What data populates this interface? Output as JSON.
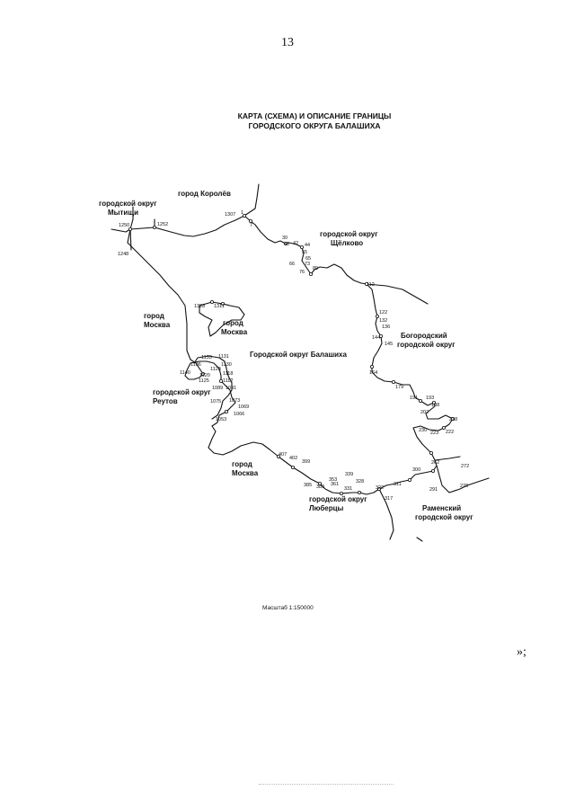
{
  "page_number": "13",
  "title_lines": [
    "КАРТА (СХЕМА) И ОПИСАНИЕ ГРАНИЦЫ",
    "ГОРОДСКОГО ОКРУГА БАЛАШИХА"
  ],
  "map": {
    "labels": {
      "korolev": "город Королёв",
      "mytishchi_1": "городской округ",
      "mytishchi_2": "Мытищи",
      "shchelkovo_1": "городской округ",
      "shchelkovo_2": "Щёлково",
      "moscow_w1": "город",
      "moscow_w2": "Москва",
      "moscow_enclave1": "город",
      "moscow_enclave2": "Москва",
      "balashikha": "Городской округ Балашиха",
      "bogorodsky_1": "Богородский",
      "bogorodsky_2": "городской округ",
      "reutov_1": "городской округ",
      "reutov_2": "Реутов",
      "moscow_s1": "город",
      "moscow_s2": "Москва",
      "lyubertsy_1": "городской округ",
      "lyubertsy_2": "Люберцы",
      "ramensky_1": "Раменский",
      "ramensky_2": "городской округ"
    },
    "points": {
      "p1250": "1250",
      "p1252": "1252",
      "p1248": "1248",
      "p1307": "1307",
      "p1": "1",
      "p7": "7",
      "p30": "30",
      "p40": "40",
      "p42": "42",
      "p44": "44",
      "p55": "55",
      "p65": "65",
      "p73": "73",
      "p66": "66",
      "p76": "76",
      "p89": "89",
      "p112": "112",
      "p122": "122",
      "p132": "132",
      "p136": "136",
      "p144": "144",
      "p145": "145",
      "p164": "164",
      "p179": "179",
      "p191": "191",
      "p193": "193",
      "p198": "198",
      "p202": "202",
      "p218": "218",
      "p230": "230",
      "p223": "223",
      "p222": "222",
      "p262": "262",
      "p272": "272",
      "p300": "300",
      "p291": "291",
      "p279": "279",
      "p311": "311",
      "p322": "322",
      "p317": "317",
      "p339": "339",
      "p328": "328",
      "p331": "331",
      "p353": "353",
      "p361": "361",
      "p380": "380",
      "p385": "385",
      "p399": "399",
      "p402": "402",
      "p407": "407",
      "p1328": "1328",
      "p1311": "1311",
      "p1133": "1133",
      "p1131": "1131",
      "p1136": "1136",
      "p1130": "1130",
      "p1128": "1128",
      "p1140": "1140",
      "p1120": "1120",
      "p1118": "1118",
      "p1125": "1125",
      "p1112": "1112",
      "p1089": "1089",
      "p1091": "1091",
      "p1075": "1075",
      "p1073": "1073",
      "p1069": "1069",
      "p1066": "1066",
      "p1053": "1053"
    }
  },
  "scale": "Масштаб 1:150000",
  "closing": "»;"
}
